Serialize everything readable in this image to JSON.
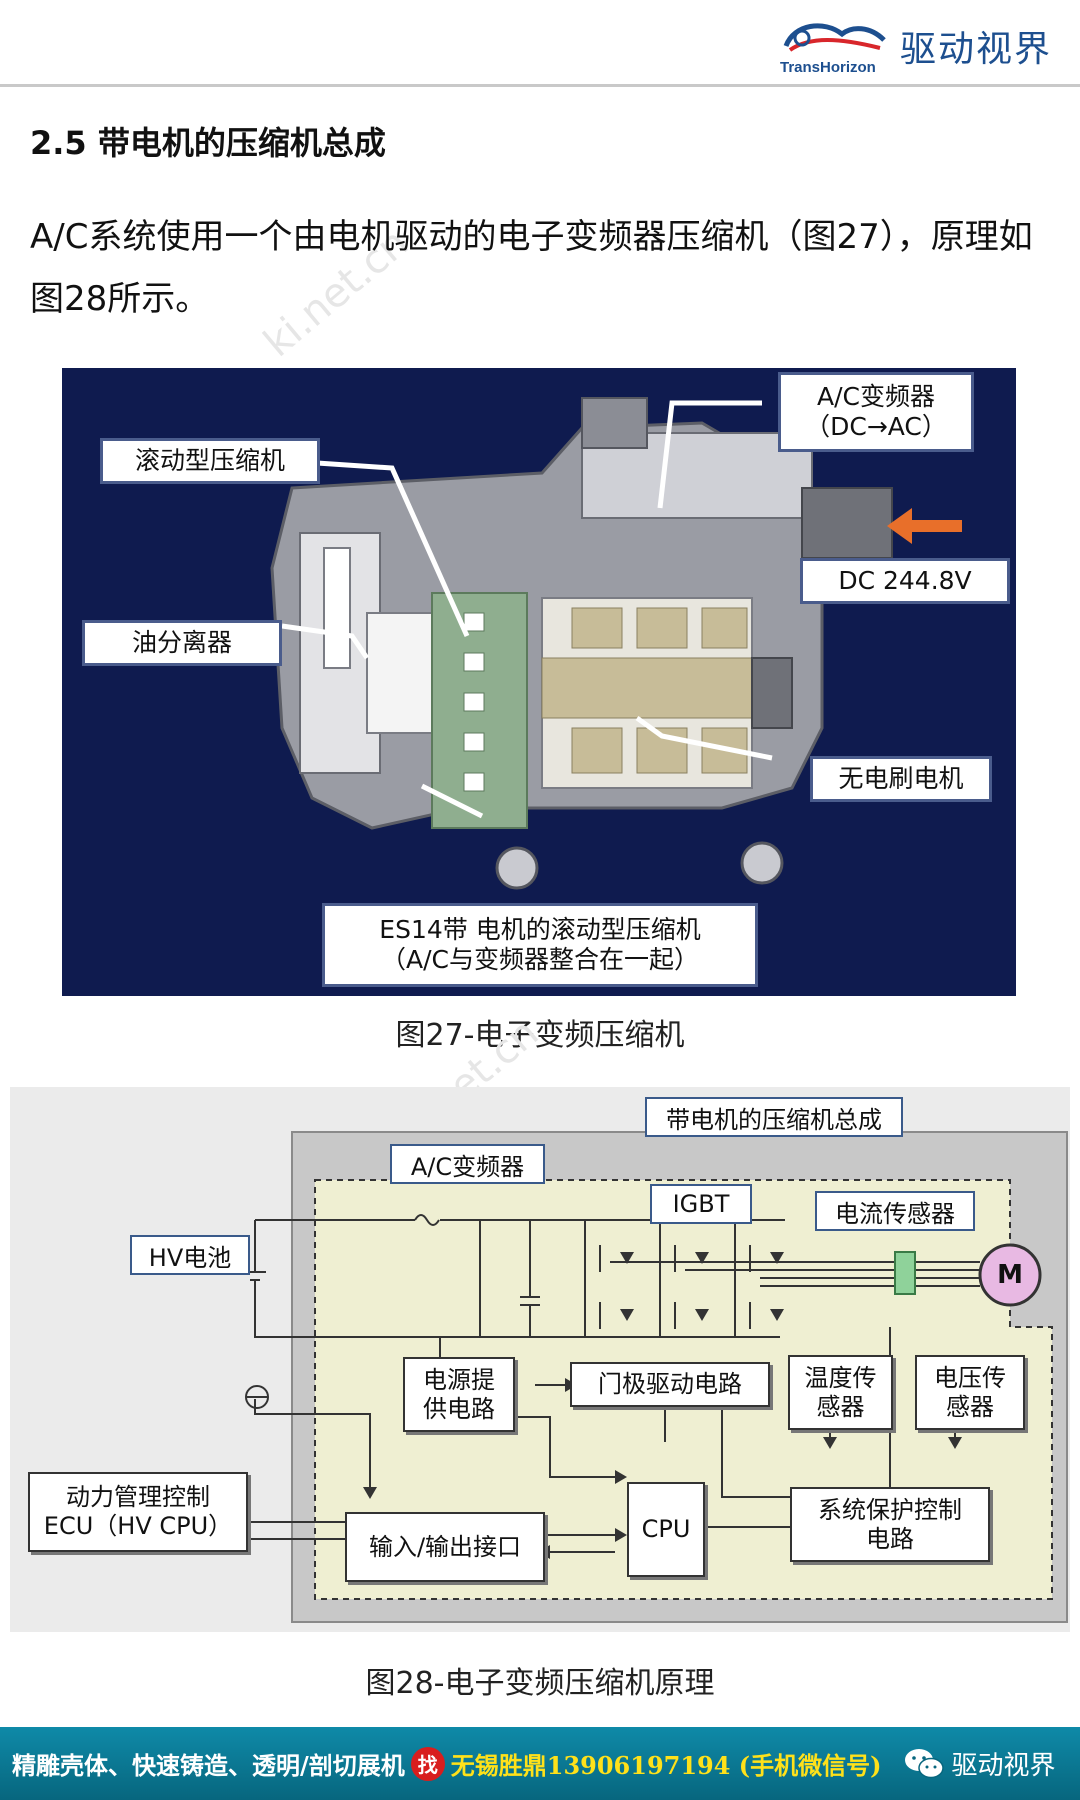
{
  "header": {
    "logo_text": "TransHorizon",
    "brand_name": "驱动视界"
  },
  "watermark": "ki.net.cn",
  "section_title": "2.5 带电机的压缩机总成",
  "intro_text": "A/C系统使用一个由电机驱动的电子变频器压缩机（图27），原理如图28所示。",
  "fig27": {
    "callouts": {
      "scroll": "滚动型压缩机",
      "inverter_l1": "A/C变频器",
      "inverter_l2": "（DC→AC）",
      "dc": "DC 244.8V",
      "oil": "油分离器",
      "motor": "无电刷电机",
      "bottom_l1": "ES14带 电机的滚动型压缩机",
      "bottom_l2": "（A/C与变频器整合在一起）"
    },
    "caption": "图27-电子变频压缩机"
  },
  "fig28": {
    "outer_label": "带电机的压缩机总成",
    "inverter_label": "A/C变频器",
    "igbt": "IGBT",
    "current_sensor": "电流传感器",
    "hv_battery": "HV电池",
    "motor": "M",
    "power_supply_l1": "电源提",
    "power_supply_l2": "供电路",
    "gate_drive": "门极驱动电路",
    "temp_sensor_l1": "温度传",
    "temp_sensor_l2": "感器",
    "volt_sensor_l1": "电压传",
    "volt_sensor_l2": "感器",
    "ecu_l1": "动力管理控制",
    "ecu_l2": "ECU（HV CPU）",
    "io": "输入/输出接口",
    "cpu": "CPU",
    "protect_l1": "系统保护控制",
    "protect_l2": "电路",
    "caption": "图28-电子变频压缩机原理"
  },
  "footer": {
    "text": "精雕壳体、快速铸造、透明/剖切展机",
    "find": "找",
    "contact": "无锡胜鼎13906197194 (手机微信号)",
    "wechat": "驱动视界"
  },
  "colors": {
    "fig27_bg": "#0f1b4f",
    "inverter_fill": "#efefd2",
    "footer": "#0f8aa8",
    "motor_fill": "#e8b9e3",
    "brand": "#1d4f8f"
  }
}
